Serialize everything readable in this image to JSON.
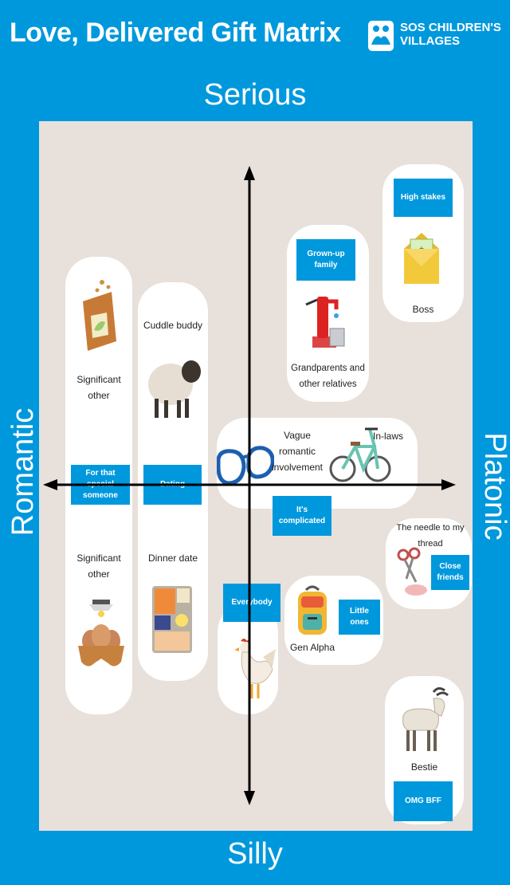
{
  "header": {
    "title": "Love, Delivered Gift Matrix",
    "logo_line1": "SOS CHILDREN'S",
    "logo_line2": "VILLAGES"
  },
  "axes": {
    "top": "Serious",
    "bottom": "Silly",
    "left": "Romantic",
    "right": "Platonic"
  },
  "cards": {
    "boss": {
      "tag": "High stakes",
      "label": "Boss",
      "icon": "money-envelope-icon"
    },
    "family": {
      "tag": "Grown-up family",
      "label": "Grandparents and other relatives",
      "icon": "water-pump-icon"
    },
    "sig_top": {
      "label": "Significant other",
      "icon": "seed-packet-icon"
    },
    "cuddle": {
      "label": "Cuddle buddy",
      "icon": "sheep-icon"
    },
    "vague": {
      "label": "Vague romantic involvement",
      "label2": "In-laws",
      "tag": "It's complicated",
      "icon": "glasses-icon",
      "icon2": "bicycle-icon"
    },
    "special": {
      "tag": "For that special someone"
    },
    "dating": {
      "tag": "Dating"
    },
    "sig_bottom": {
      "label": "Significant other",
      "icon": "eggs-incubator-icon"
    },
    "dinner": {
      "label": "Dinner date",
      "icon": "food-tray-icon"
    },
    "needle": {
      "label": "The needle to my thread",
      "tag": "Close friends",
      "icon": "sewing-kit-icon"
    },
    "everybody": {
      "tag": "Everybody",
      "icon": "chicken-icon"
    },
    "genalpha": {
      "label": "Gen Alpha",
      "tag": "Little ones",
      "icon": "backpack-icon"
    },
    "bestie": {
      "label": "Bestie",
      "tag": "OMG BFF",
      "icon": "goat-icon"
    }
  },
  "colors": {
    "background": "#0098dd",
    "panel": "#e8e0da",
    "card": "#ffffff",
    "tag": "#0098dd"
  }
}
